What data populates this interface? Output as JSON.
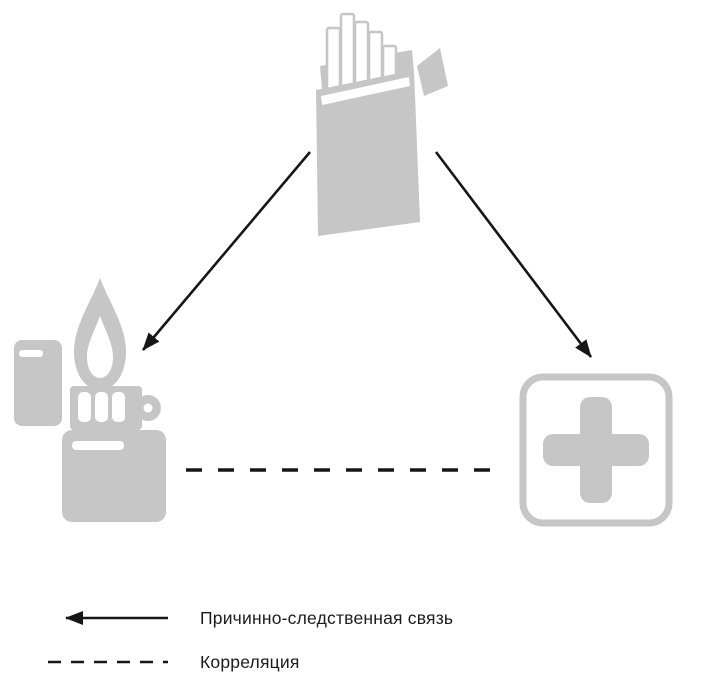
{
  "diagram": {
    "nodes": [
      {
        "id": "cigarettes",
        "icon": "cigarette-pack-icon"
      },
      {
        "id": "lighter",
        "icon": "lighter-icon"
      },
      {
        "id": "medicine",
        "icon": "medical-cross-icon"
      }
    ],
    "edges": [
      {
        "from": "cigarettes",
        "to": "lighter",
        "type": "causal"
      },
      {
        "from": "cigarettes",
        "to": "medicine",
        "type": "causal"
      },
      {
        "from": "lighter",
        "to": "medicine",
        "type": "correlation"
      }
    ]
  },
  "legend": {
    "causal_label": "Причинно-следственная связь",
    "correlation_label": "Корреляция"
  },
  "colors": {
    "icon_gray": "#c6c6c6",
    "line_black": "#161616",
    "background": "#ffffff"
  }
}
